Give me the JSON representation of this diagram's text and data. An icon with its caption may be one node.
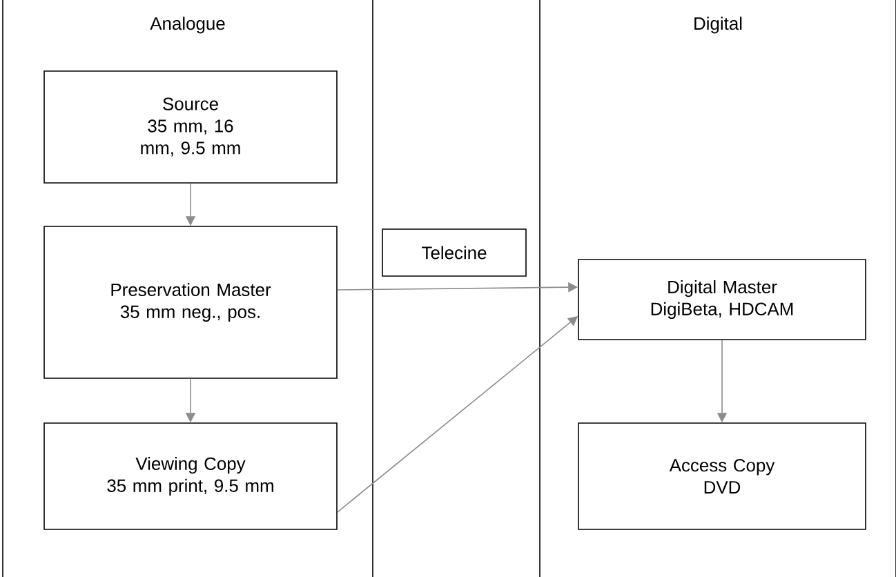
{
  "diagram": {
    "nodes": [
      {
        "text": [
          "Analogue"
        ]
      },
      {
        "text": [
          "Source",
          "35 mm, 16 mm, 9.5 mm"
        ],
        "in": 0
      },
      {
        "text": [
          "Preservation Master",
          "35 mm neg., pos."
        ],
        "in": 0
      },
      {
        "text": [
          "Viewing Copy",
          "35 mm print, 9.5 mm"
        ],
        "in": 0
      },
      {
        "text": [
          "Telecine"
        ]
      },
      {
        "text": [
          "Digital"
        ]
      },
      {
        "text": [
          "Digital Master",
          "DigiBeta, HDCAM"
        ],
        "in": 5
      },
      {
        "text": [
          "Access Copy",
          "DVD"
        ],
        "in": 5
      }
    ],
    "edges": [
      {
        "from": 1,
        "to": 2,
        "arrow": "to"
      },
      {
        "from": 2,
        "to": 3,
        "arrow": "to"
      },
      {
        "from": 2,
        "to": 6,
        "arrow": "to"
      },
      {
        "from": 3,
        "to": 6,
        "arrow": "to"
      },
      {
        "from": 6,
        "to": 7,
        "arrow": "to"
      }
    ]
  }
}
